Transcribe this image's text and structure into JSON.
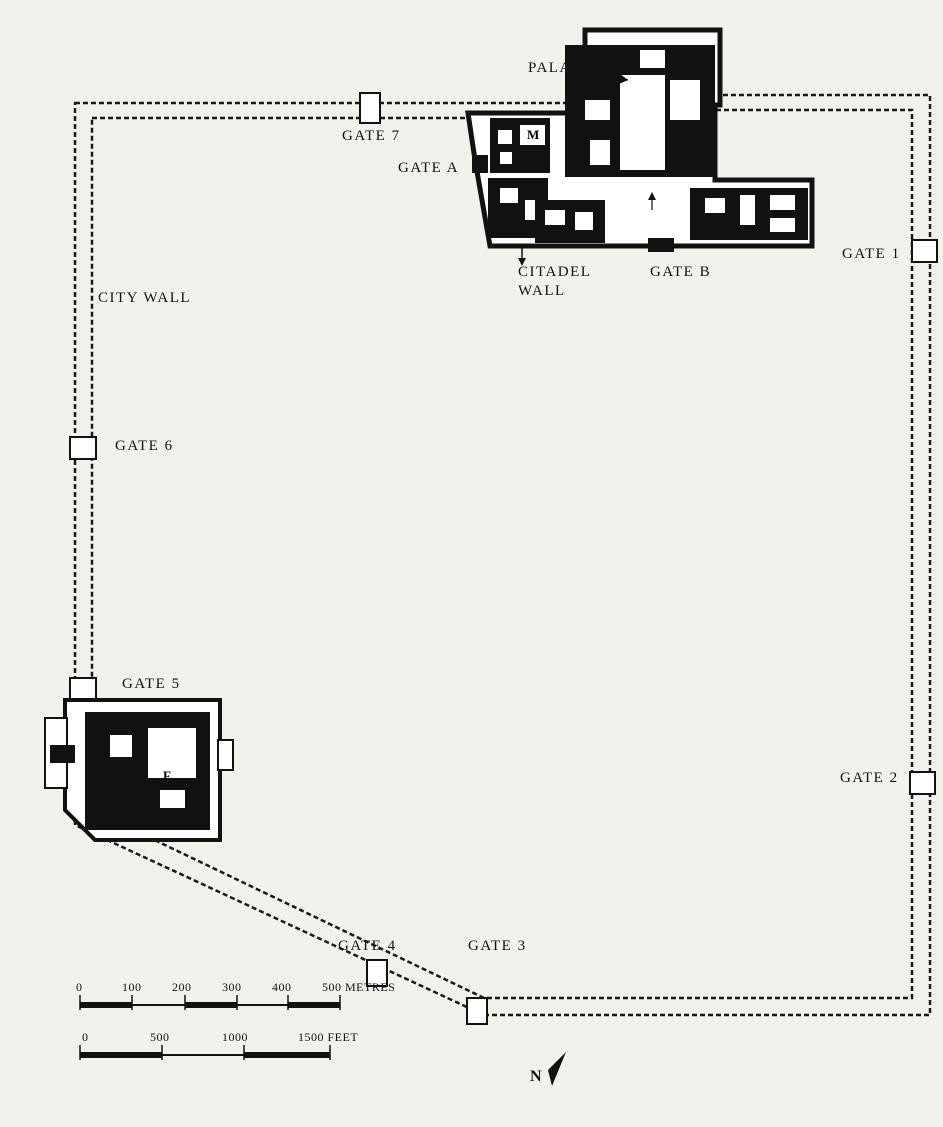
{
  "map": {
    "labels": {
      "palace": "PALACE",
      "gate_7": "GATE 7",
      "gate_a": "GATE A",
      "gate_b": "GATE B",
      "gate_1": "GATE 1",
      "gate_2": "GATE 2",
      "gate_3": "GATE 3",
      "gate_4": "GATE 4",
      "gate_5": "GATE 5",
      "gate_6": "GATE 6",
      "city_wall": "CITY WALL",
      "citadel": "CITADEL",
      "wall": "WALL",
      "building_m": "M",
      "building_f": "F"
    },
    "scale_metres": {
      "ticks": [
        "0",
        "100",
        "200",
        "300",
        "400",
        "500 METRES"
      ]
    },
    "scale_feet": {
      "ticks": [
        "0",
        "500",
        "1000",
        "1500 FEET"
      ]
    },
    "north_arrow": "N"
  }
}
